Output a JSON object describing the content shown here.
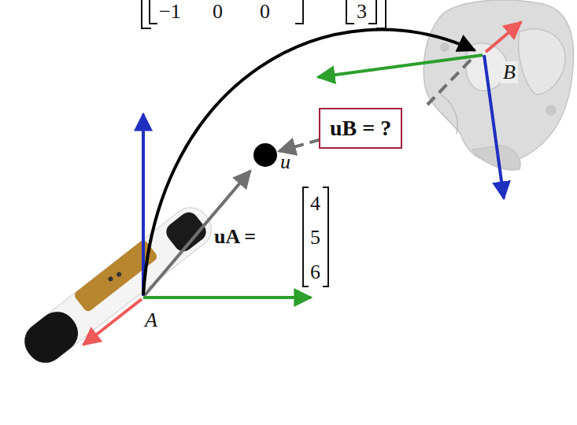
{
  "diagram": {
    "nodes": [
      {
        "text": [
          "uB = ?"
        ]
      },
      {
        "text": [
          "u"
        ]
      }
    ],
    "edges": [
      {
        "from": 0,
        "to": 1,
        "arrow": "to"
      }
    ],
    "labels": [
      "−1",
      "0",
      "0",
      "3",
      "uA =",
      "4",
      "5",
      "6",
      "A",
      "B"
    ]
  }
}
